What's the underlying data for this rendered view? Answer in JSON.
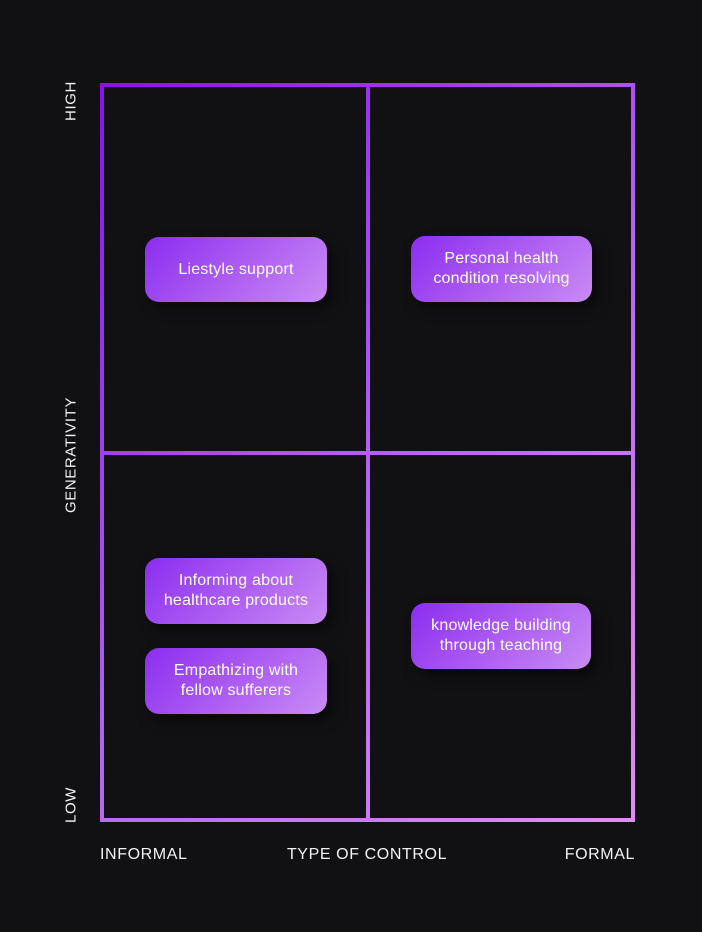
{
  "page": {
    "background": "#111113",
    "label_color": "#f4f2f7"
  },
  "matrix": {
    "type": "quadrant-matrix",
    "border_gradient_start": "#8a10f0",
    "border_gradient_end": "#e18ef3",
    "cell_background": "#111113"
  },
  "y_axis": {
    "title": "GENERATIVITY",
    "top_label": "HIGH",
    "bottom_label": "LOW"
  },
  "x_axis": {
    "title": "TYPE OF CONTROL",
    "left_label": "INFORMAL",
    "right_label": "FORMAL"
  },
  "node_style": {
    "gradient_start": "#8b2df0",
    "gradient_end": "#c98bf5",
    "text_color": "#ffffff"
  },
  "nodes": [
    {
      "name": "liestyle-support",
      "quadrant": "high-informal",
      "lines": [
        "Liestyle support"
      ]
    },
    {
      "name": "personal-health-condition-resolving",
      "quadrant": "high-formal",
      "lines": [
        "Personal health",
        "condition resolving"
      ]
    },
    {
      "name": "informing-about-healthcare-products",
      "quadrant": "low-informal",
      "lines": [
        "Informing about",
        "healthcare products"
      ]
    },
    {
      "name": "empathizing-with-fellow-sufferers",
      "quadrant": "low-informal",
      "lines": [
        "Empathizing with",
        "fellow sufferers"
      ]
    },
    {
      "name": "knowledge-building-through-teaching",
      "quadrant": "low-formal",
      "lines": [
        "knowledge building",
        "through teaching"
      ]
    }
  ]
}
